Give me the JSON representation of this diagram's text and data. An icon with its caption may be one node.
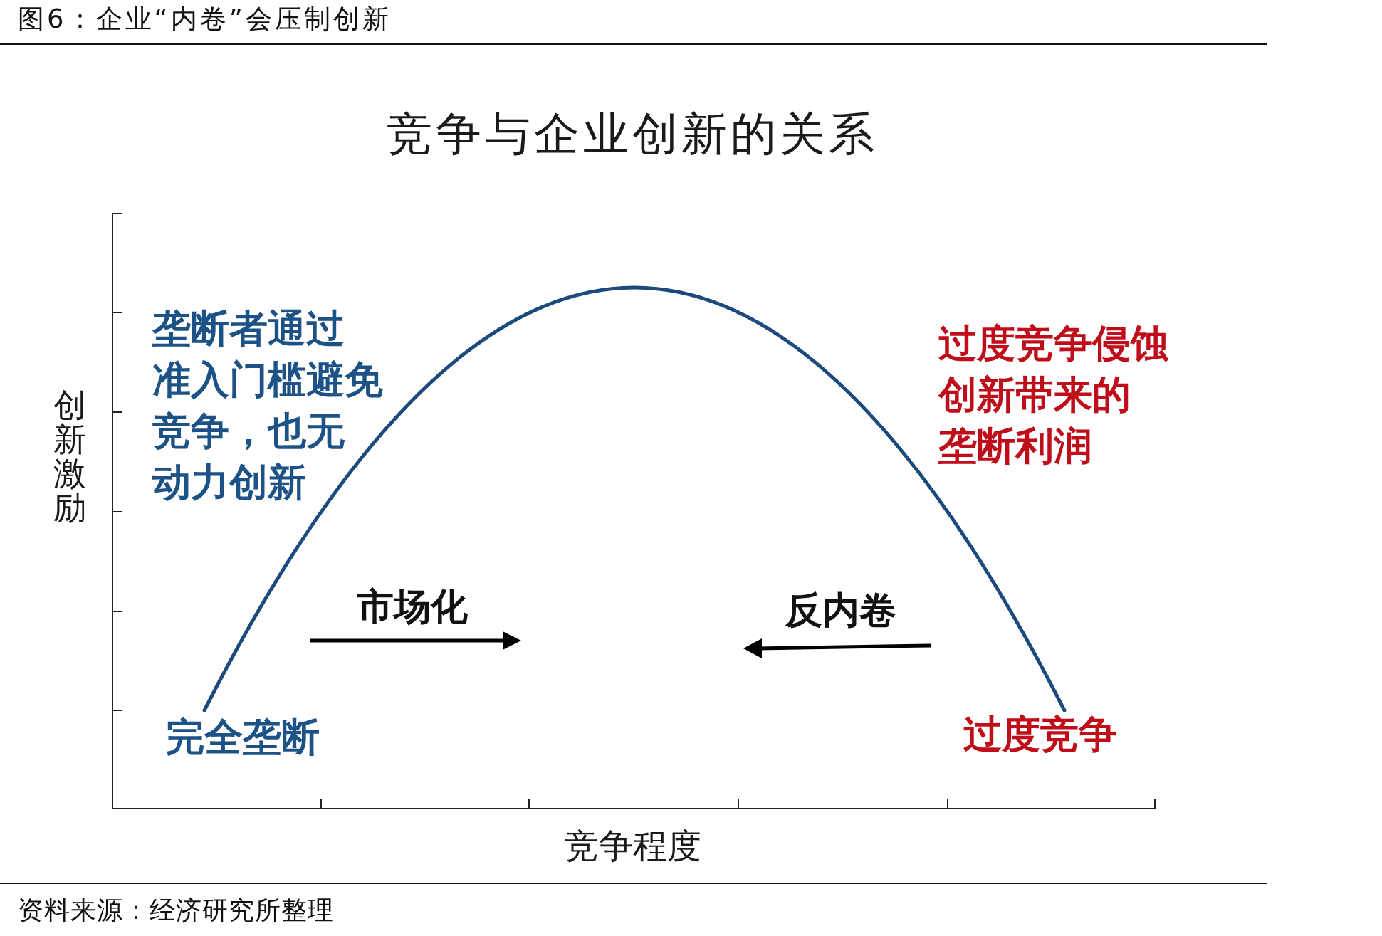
{
  "diagram": {
    "title": "图6：企业“内卷”会压制创新",
    "caption": "资料来源：经济研究所整理",
    "labels": [
      "竞争与企业创新的关系",
      "垄断者通过准入门槛避免竞争，也无动力创新",
      "过度竞争侵蚀创新带来的垄断利润",
      "创新激励",
      "市场化",
      "反内卷",
      "完全垄断",
      "过度竞争",
      "竞争程度"
    ]
  }
}
